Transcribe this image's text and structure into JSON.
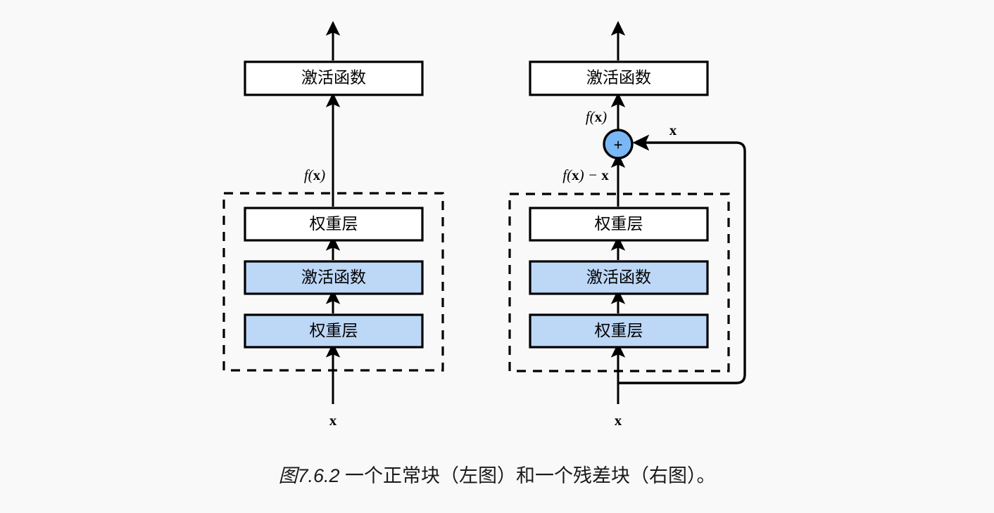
{
  "figure": {
    "background_color": "#f9f9f9",
    "stroke_color": "#000000",
    "box_fill_plain": "#ffffff",
    "box_fill_highlight": "#bdd7f7",
    "node_fill": "#7ab8f5",
    "caption_number": "图7.6.2",
    "caption_text": " 一个正常块（左图）和一个残差块（右图）。"
  },
  "left_block": {
    "title": "normal-block",
    "top_output_arrow": true,
    "activation_top_label": "激活函数",
    "signal_label": "f(x)",
    "signal_label_parts": {
      "fn": "f",
      "open": "(",
      "var": "x",
      "close": ")"
    },
    "weight_layer_top_label": "权重层",
    "activation_mid_label": "激活函数",
    "weight_layer_bottom_label": "权重层",
    "input_label": "x",
    "dashed_boundary": true
  },
  "right_block": {
    "title": "residual-block",
    "top_output_arrow": true,
    "activation_top_label": "激活函数",
    "signal_label": "f(x)",
    "signal_label_parts": {
      "fn": "f",
      "open": "(",
      "var": "x",
      "close": ")"
    },
    "sum_node_glyph": "+",
    "skip_label": "x",
    "residual_label": "f(x) − x",
    "residual_label_parts": {
      "fn": "f",
      "open": "(",
      "var": "x",
      "close": ")",
      "minus": " − ",
      "var2": "x"
    },
    "weight_layer_top_label": "权重层",
    "activation_mid_label": "激活函数",
    "weight_layer_bottom_label": "权重层",
    "input_label": "x",
    "dashed_boundary": true,
    "skip_connection": true
  }
}
